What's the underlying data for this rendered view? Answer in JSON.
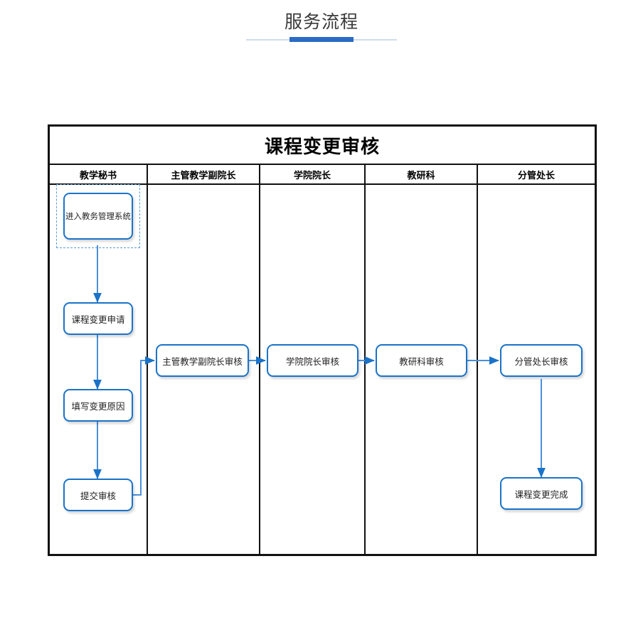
{
  "page": {
    "title": "服务流程"
  },
  "flowchart": {
    "title": "课程变更审核",
    "lanes": [
      {
        "id": "lane-teaching-secretary",
        "label": "教学秘书"
      },
      {
        "id": "lane-vice-dean",
        "label": "主管教学副院长"
      },
      {
        "id": "lane-dean",
        "label": "学院院长"
      },
      {
        "id": "lane-research-office",
        "label": "教研科"
      },
      {
        "id": "lane-division-head",
        "label": "分管处长"
      }
    ],
    "nodes": [
      {
        "id": "node-enter-system",
        "label": "进入教务管理系统",
        "lane": 0,
        "selected": true
      },
      {
        "id": "node-change-request",
        "label": "课程变更申请",
        "lane": 0,
        "selected": false
      },
      {
        "id": "node-fill-reason",
        "label": "填写变更原因",
        "lane": 0,
        "selected": false
      },
      {
        "id": "node-submit-review",
        "label": "提交审核",
        "lane": 0,
        "selected": false
      },
      {
        "id": "node-vice-dean-review",
        "label": "主管教学副院长审核",
        "lane": 1,
        "selected": false
      },
      {
        "id": "node-dean-review",
        "label": "学院院长审核",
        "lane": 2,
        "selected": false
      },
      {
        "id": "node-research-office-review",
        "label": "教研科审核",
        "lane": 3,
        "selected": false
      },
      {
        "id": "node-division-head-review",
        "label": "分管处长审核",
        "lane": 4,
        "selected": false
      },
      {
        "id": "node-change-complete",
        "label": "课程变更完成",
        "lane": 4,
        "selected": false
      }
    ],
    "edges": [
      {
        "from": "node-enter-system",
        "to": "node-change-request"
      },
      {
        "from": "node-change-request",
        "to": "node-fill-reason"
      },
      {
        "from": "node-fill-reason",
        "to": "node-submit-review"
      },
      {
        "from": "node-submit-review",
        "to": "node-vice-dean-review"
      },
      {
        "from": "node-vice-dean-review",
        "to": "node-dean-review"
      },
      {
        "from": "node-dean-review",
        "to": "node-research-office-review"
      },
      {
        "from": "node-research-office-review",
        "to": "node-division-head-review"
      },
      {
        "from": "node-division-head-review",
        "to": "node-change-complete"
      }
    ]
  },
  "colors": {
    "accent": "#2b6cc4",
    "rule_light": "#cddcee",
    "node_border": "#1a73c8",
    "connector": "#4a90d9",
    "selection": "#5b9bd5",
    "table_border": "#111111",
    "title_text": "#3a3a3a"
  }
}
